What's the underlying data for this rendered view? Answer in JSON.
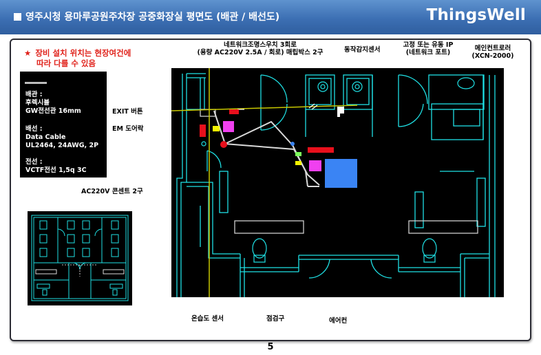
{
  "header": {
    "title": "영주시청 용마루공원주차장 공중화장실 평면도 (배관 / 배선도)",
    "brand": "ThingsWell",
    "bar_color": "#3c6fb3"
  },
  "notice": {
    "star": "★",
    "line1": "장비 설치 위치는 현장여건에",
    "line2": "따라 다를 수 있음",
    "color": "#e0231c"
  },
  "legend": {
    "pipe_title": "배관 :",
    "pipe_l1": "후렉시블",
    "pipe_l2": "GW전선관 16mm",
    "wire_title": "배선 :",
    "wire_l1": "Data Cable",
    "wire_l2": "UL2464, 24AWG, 2P",
    "power_title": "전선 :",
    "power_l1": "VCTF전선 1,5q 3C"
  },
  "labels": {
    "exit_button": "EXIT 버튼",
    "em_lock": "EM 도어락",
    "outlet": "AC220V 콘센트 2구",
    "network_switch_l1": "네트워크조명스우치 3회로",
    "network_switch_l2": "(용량 AC220V 2.5A / 회로) 매립박스 2구",
    "motion_sensor": "동작감지센서",
    "ip_l1": "고정  또는 유동 IP",
    "ip_l2": "(네트워크 포트)",
    "controller_l1": "메인컨트로러",
    "controller_l2": "(XCN-2000)",
    "thermo_sensor": "온습도 센서",
    "inspection": "점검구",
    "aircon": "에어컨"
  },
  "page": {
    "number": "5"
  },
  "plan_colors": {
    "wall": "#1fe2e6",
    "conduit": "#c8c800",
    "cable": "#d9d9d9",
    "device_red": "#e8101c",
    "device_yellow": "#f2f200",
    "device_magenta": "#f040f0",
    "device_blue": "#3a84f4",
    "device_green": "#7cff5c"
  }
}
